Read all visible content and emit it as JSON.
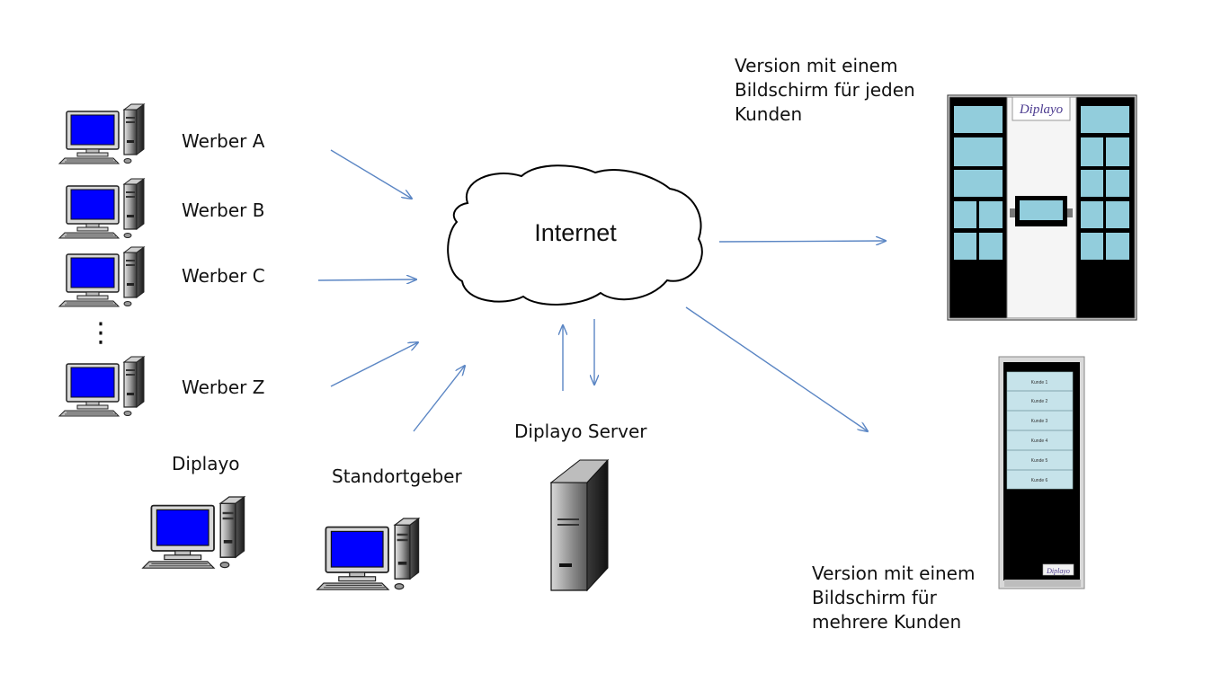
{
  "cloud": {
    "label": "Internet"
  },
  "clients": [
    {
      "label": "Werber A"
    },
    {
      "label": "Werber B"
    },
    {
      "label": "Werber C"
    },
    {
      "label": "Werber Z"
    }
  ],
  "ellipsis": "⋮",
  "admin": {
    "label": "Diplayo"
  },
  "location": {
    "label": "Standortgeber"
  },
  "server": {
    "label": "Diplayo Server"
  },
  "version_multi": {
    "lines": [
      "Version mit einem",
      "Bildschirm für jeden",
      "Kunden"
    ]
  },
  "version_single": {
    "lines": [
      "Version mit einem",
      "Bildschirm für",
      "mehrere Kunden"
    ]
  },
  "kiosk_multi": {
    "brand": "Diplayo"
  },
  "kiosk_single": {
    "brand": "Diplayo",
    "slots": [
      "Kunde 1",
      "Kunde 2",
      "Kunde 3",
      "Kunde 4",
      "Kunde 5",
      "Kunde 6"
    ]
  },
  "colors": {
    "arrow": "#5b86c4",
    "screen": "#0000ff",
    "tile": "#92cddc",
    "brand_text": "#4b3a8f"
  }
}
